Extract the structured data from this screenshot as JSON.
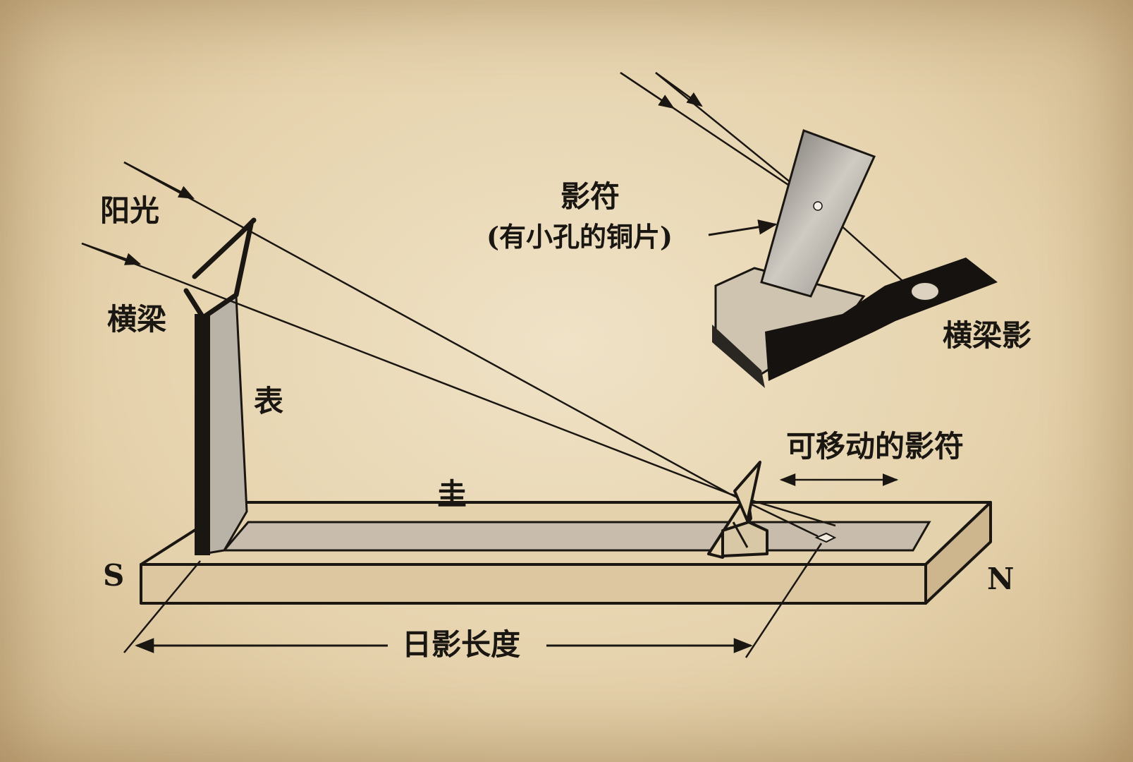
{
  "labels": {
    "sunlight": "阳光",
    "crossbeam": "横梁",
    "gnomon": "表",
    "scale": "圭",
    "shadow_marker": "影符",
    "shadow_marker_note": "(有小孔的铜片)",
    "crossbeam_shadow": "横梁影",
    "movable_marker": "可移动的影符",
    "shadow_length": "日影长度",
    "south": "S",
    "north": "N"
  },
  "colors": {
    "ink": "#1a1612",
    "paper": "#e9d9b8",
    "gnomon_face": "#b9b2a6"
  }
}
